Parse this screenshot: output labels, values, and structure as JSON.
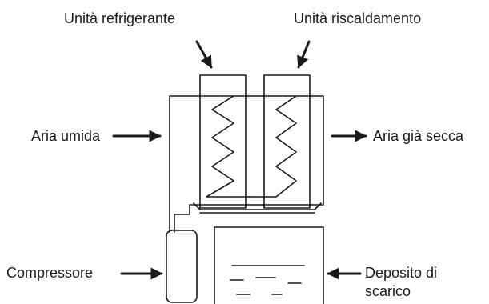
{
  "labels": {
    "cooling_unit": "Unità refrigerante",
    "heating_unit": "Unità riscaldamento",
    "humid_air": "Aria umida",
    "dry_air": "Aria già secca",
    "compressor": "Compressore",
    "drain_tank": "Deposito di scarico"
  },
  "colors": {
    "line": "#1a1a1a",
    "background": "#ffffff"
  }
}
